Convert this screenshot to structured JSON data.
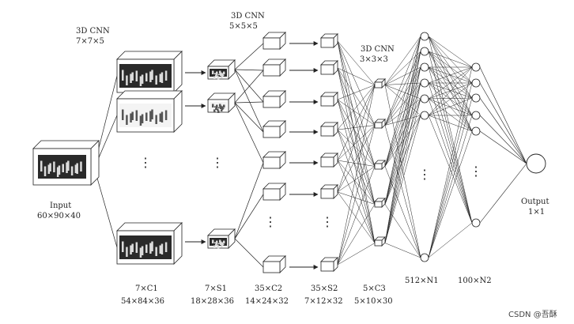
{
  "labels": {
    "cnn1_title": "3D CNN",
    "cnn1_kernel": "7×7×5",
    "cnn2_title": "3D CNN",
    "cnn2_kernel": "5×5×5",
    "cnn3_title": "3D CNN",
    "cnn3_kernel": "3×3×3",
    "input_name": "Input",
    "input_size": "60×90×40",
    "output_name": "Output",
    "output_size": "1×1",
    "c1_name": "7×C1",
    "c1_size": "54×84×36",
    "s1_name": "7×S1",
    "s1_size": "18×28×36",
    "c2_name": "35×C2",
    "c2_size": "14×24×32",
    "s2_name": "35×S2",
    "s2_size": "7×12×32",
    "c3_name": "5×C3",
    "c3_size": "5×10×30",
    "n1_name": "512×N1",
    "n2_name": "100×N2"
  },
  "ellipsis": "⋮",
  "watermark": "CSDN @吾酥"
}
